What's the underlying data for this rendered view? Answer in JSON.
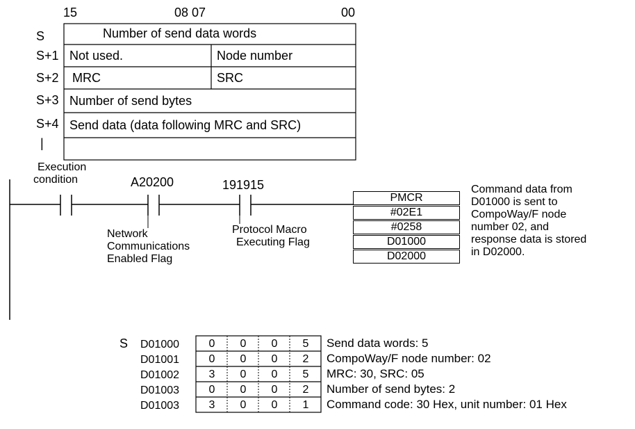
{
  "bit_header": {
    "b15": "15",
    "b08_07": "08 07",
    "b00": "00"
  },
  "format_table": {
    "rows": [
      {
        "label": "S",
        "cells": [
          "Number of send data words"
        ]
      },
      {
        "label": "S+1",
        "cells": [
          "Not used.",
          "Node number"
        ]
      },
      {
        "label": "S+2",
        "cells": [
          "MRC",
          "SRC"
        ]
      },
      {
        "label": "S+3",
        "cells": [
          "Number of send bytes"
        ]
      },
      {
        "label": "S+4",
        "cells": [
          "Send data (data following MRC and SRC)"
        ]
      },
      {
        "label": "|",
        "cells": [
          ""
        ]
      }
    ]
  },
  "ladder": {
    "execution_condition_line1": "Execution",
    "execution_condition_line2": "condition",
    "contact2_address": "A20200",
    "contact2_label": [
      "Network",
      "Communications",
      "Enabled Flag"
    ],
    "contact3_address": "191915",
    "contact3_label": [
      "Protocol Macro",
      "Executing Flag"
    ],
    "instruction": [
      "PMCR",
      "#02E1",
      "#0258",
      "D01000",
      "D02000"
    ],
    "note": [
      "Command data from",
      "D01000 is sent to",
      "CompoWay/F node",
      "number 02, and",
      "response data is stored",
      "in D02000."
    ]
  },
  "memory_table": {
    "s_label": "S",
    "rows": [
      {
        "addr": "D01000",
        "digits": [
          "0",
          "0",
          "0",
          "5"
        ],
        "desc": "Send data words: 5"
      },
      {
        "addr": "D01001",
        "digits": [
          "0",
          "0",
          "0",
          "2"
        ],
        "desc": "CompoWay/F node number: 02"
      },
      {
        "addr": "D01002",
        "digits": [
          "3",
          "0",
          "0",
          "5"
        ],
        "desc": "MRC: 30, SRC: 05"
      },
      {
        "addr": "D01003",
        "digits": [
          "0",
          "0",
          "0",
          "2"
        ],
        "desc": "Number of send bytes: 2"
      },
      {
        "addr": "D01003",
        "digits": [
          "3",
          "0",
          "0",
          "1"
        ],
        "desc": "Command code: 30 Hex, unit number: 01 Hex"
      }
    ]
  }
}
